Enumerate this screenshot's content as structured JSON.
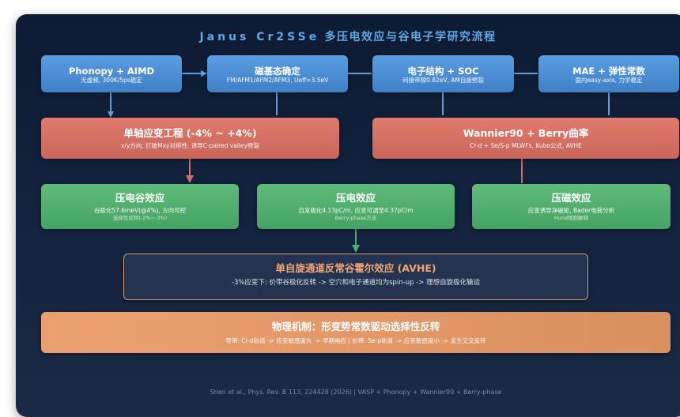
{
  "title": {
    "latin": "Janus Cr2SSe",
    "cjk": "多压电效应与谷电子学研究流程"
  },
  "row1": [
    {
      "title": "Phonopy + AIMD",
      "sub": "无虚频, 300K/5ps稳定"
    },
    {
      "title": "磁基态确定",
      "sub": "FM/AFM1/AFM2/AFM3, Ueff=3.5eV"
    },
    {
      "title": "电子结构 + SOC",
      "sub": "间接带隙0.82eV, AM自旋劈裂"
    },
    {
      "title": "MAE + 弹性常数",
      "sub": "面内easy-axis, 力学稳定"
    }
  ],
  "row2": [
    {
      "title": "单轴应变工程 (-4% ~ +4%)",
      "sub": "x/y方向, 打破Mxy对称性, 诱导C-paired valley劈裂"
    },
    {
      "title": "Wannier90 + Berry曲率",
      "sub": "Cr-d + Se/S-p MLWFs, Kubo公式, AVHE"
    }
  ],
  "row3": [
    {
      "title": "压电谷效应",
      "sub": "谷极化57.6meV(@4%), 方向可控",
      "note": "选择性反转(-2%~-3%)"
    },
    {
      "title": "压电效应",
      "sub": "自发极化4.13pC/m, 应变可调至4.37pC/m",
      "note": "Berry-phase方法"
    },
    {
      "title": "压磁效应",
      "sub": "应变诱导净磁矩, Bader电荷分析",
      "note": "Hund规则解释"
    }
  ],
  "avhe": {
    "title": "单自旋通道反常谷霍尔效应 (AVHE)",
    "sub": "-3%应变下: 价带谷极化反转 -> 空穴和电子通道均为spin-up -> 理想自旋极化输运"
  },
  "mechanism": {
    "title": "物理机制：形变势常数驱动选择性反转",
    "sub": "导带: Cr-d轨道 -> 应变敏感度大 -> 早期响应 | 价带: Se-p轨道 -> 应变敏感度小 -> 发生交叉反转"
  },
  "footer": "Shen et al., Phys. Rev. B 113, 224428 (2026) | VASP + Phonopy + Wannier90 + Berry-phase",
  "colors": {
    "blue": "#4a8fd6",
    "red": "#d06f62",
    "green": "#52ae6d",
    "orange": "#e39866",
    "dark": "#24334f",
    "line": "#5fa0dc"
  }
}
